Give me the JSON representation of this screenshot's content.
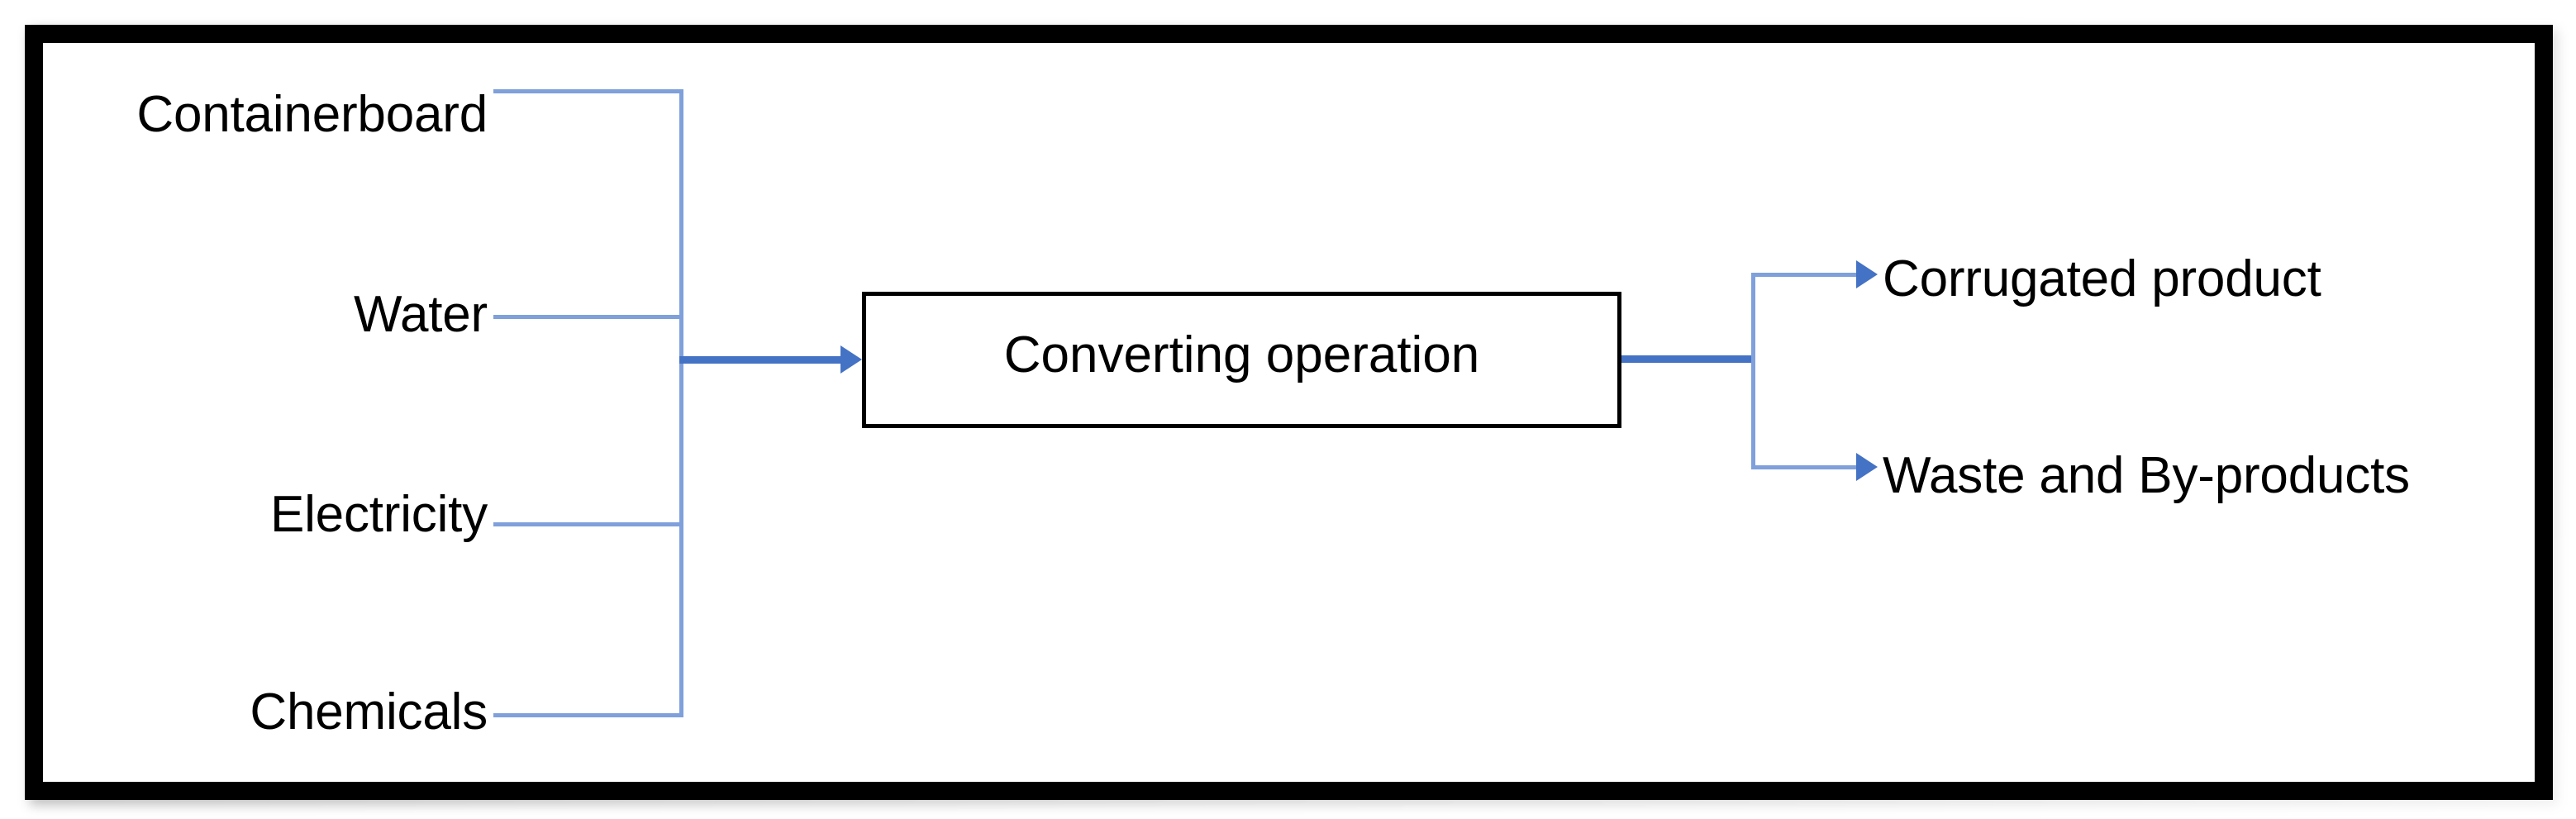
{
  "figure": {
    "type": "process-flow-diagram",
    "title": "Converting operation input-output flow diagram",
    "colors": {
      "wire": "#4472C4",
      "wire_light": "#7FA0DA",
      "frame": "#000000",
      "box_border": "#000000",
      "text": "#000000",
      "background": "#FFFFFF"
    }
  },
  "inputs": [
    {
      "id": "containerboard",
      "label": "Containerboard"
    },
    {
      "id": "water",
      "label": "Water"
    },
    {
      "id": "electricity",
      "label": "Electricity"
    },
    {
      "id": "chemicals",
      "label": "Chemicals"
    }
  ],
  "process": {
    "label": "Converting operation"
  },
  "outputs": [
    {
      "id": "corrugated-product",
      "label": "Corrugated product"
    },
    {
      "id": "waste-by-products",
      "label": "Waste and By-products"
    }
  ]
}
